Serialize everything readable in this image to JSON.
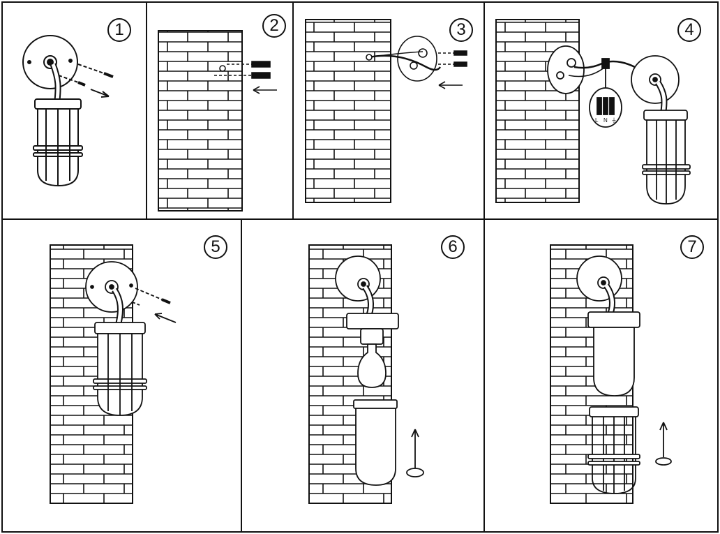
{
  "steps": [
    {
      "number": "1"
    },
    {
      "number": "2"
    },
    {
      "number": "3"
    },
    {
      "number": "4"
    },
    {
      "number": "5"
    },
    {
      "number": "6"
    },
    {
      "number": "7"
    }
  ],
  "connector": {
    "terminal_labels": [
      "L",
      "N",
      "⏚"
    ]
  },
  "colors": {
    "line": "#111111",
    "background": "#ffffff",
    "wall_fill": "#ffffff"
  }
}
